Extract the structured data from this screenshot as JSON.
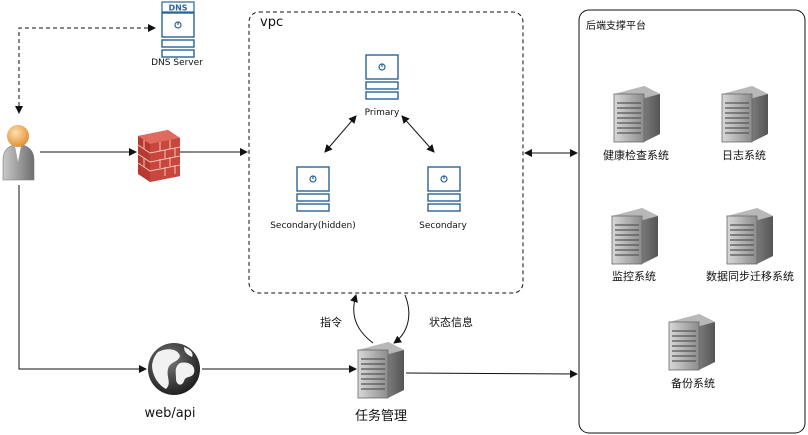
{
  "dns": {
    "label": "DNS Server",
    "badge": "DNS"
  },
  "vpc": {
    "title": "vpc",
    "primary": "Primary",
    "secondary_hidden": "Secondary(hidden)",
    "secondary": "Secondary"
  },
  "backend": {
    "title": "后端支撑平台",
    "health": "健康检查系统",
    "logs": "日志系统",
    "monitor": "监控系统",
    "sync": "数据同步迁移系统",
    "backup": "备份系统"
  },
  "web_api": "web/api",
  "task_manager": "任务管理",
  "edges": {
    "command": "指令",
    "status_info": "状态信息"
  },
  "icons": [
    "user-icon",
    "firewall-icon",
    "dns-server-icon",
    "db-node-icon",
    "server-rack-icon",
    "globe-icon"
  ],
  "colors": {
    "accent_blue": "#2a6496",
    "server_gray": "#8a8a8a",
    "firewall_red": "#c53a32"
  }
}
